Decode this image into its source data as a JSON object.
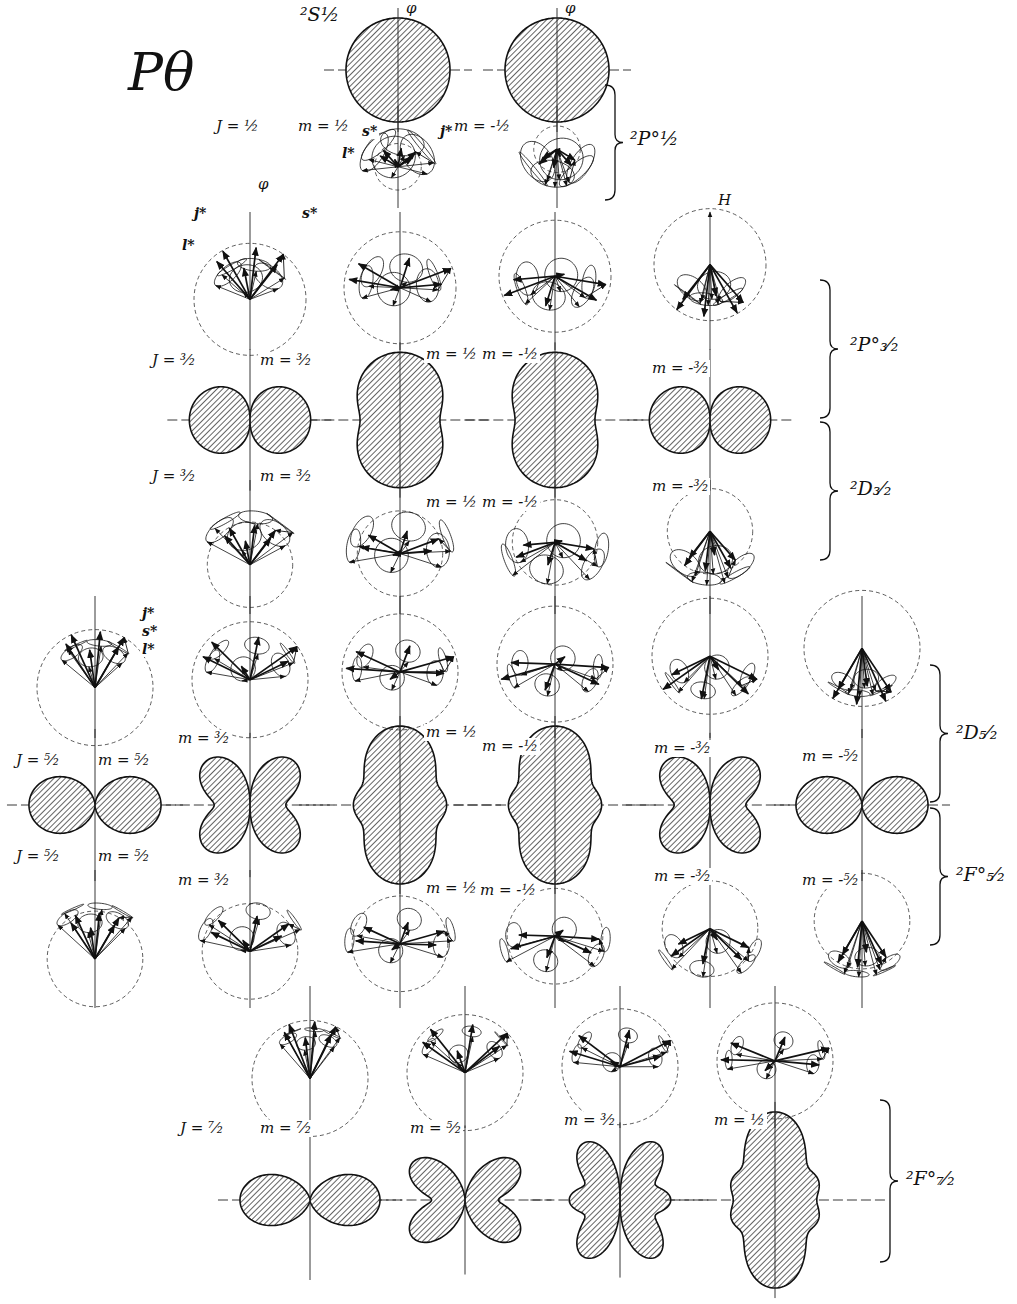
{
  "diagram": {
    "title": "Pθ",
    "labels": [
      "²S½",
      "φ",
      "φ",
      "J = ½",
      "m = ½",
      "m = -½",
      "s*",
      "l*",
      "j*",
      "²P°½",
      "φ",
      "j*",
      "l*",
      "s*",
      "H",
      "J = ³⁄₂",
      "m = ³⁄₂",
      "m = ½",
      "m = -½",
      "m = -³⁄₂",
      "²P°₃⁄₂",
      "J = ³⁄₂",
      "m = ³⁄₂",
      "m = ½",
      "m = -½",
      "m = -³⁄₂",
      "²D₃⁄₂",
      "j*",
      "s*",
      "l*",
      "J = ⁵⁄₂",
      "m = ⁵⁄₂",
      "m = ³⁄₂",
      "m = ½",
      "m = -½",
      "m = -³⁄₂",
      "m = -⁵⁄₂",
      "²D₅⁄₂",
      "J = ⁵⁄₂",
      "m = ⁵⁄₂",
      "m = ³⁄₂",
      "m = ½",
      "m = -½",
      "m = -³⁄₂",
      "m = -⁵⁄₂",
      "²F°₅⁄₂",
      "J = ⁷⁄₂",
      "m = ⁷⁄₂",
      "m = ⁵⁄₂",
      "m = ³⁄₂",
      "m = ½",
      "²F°₇⁄₂"
    ]
  }
}
